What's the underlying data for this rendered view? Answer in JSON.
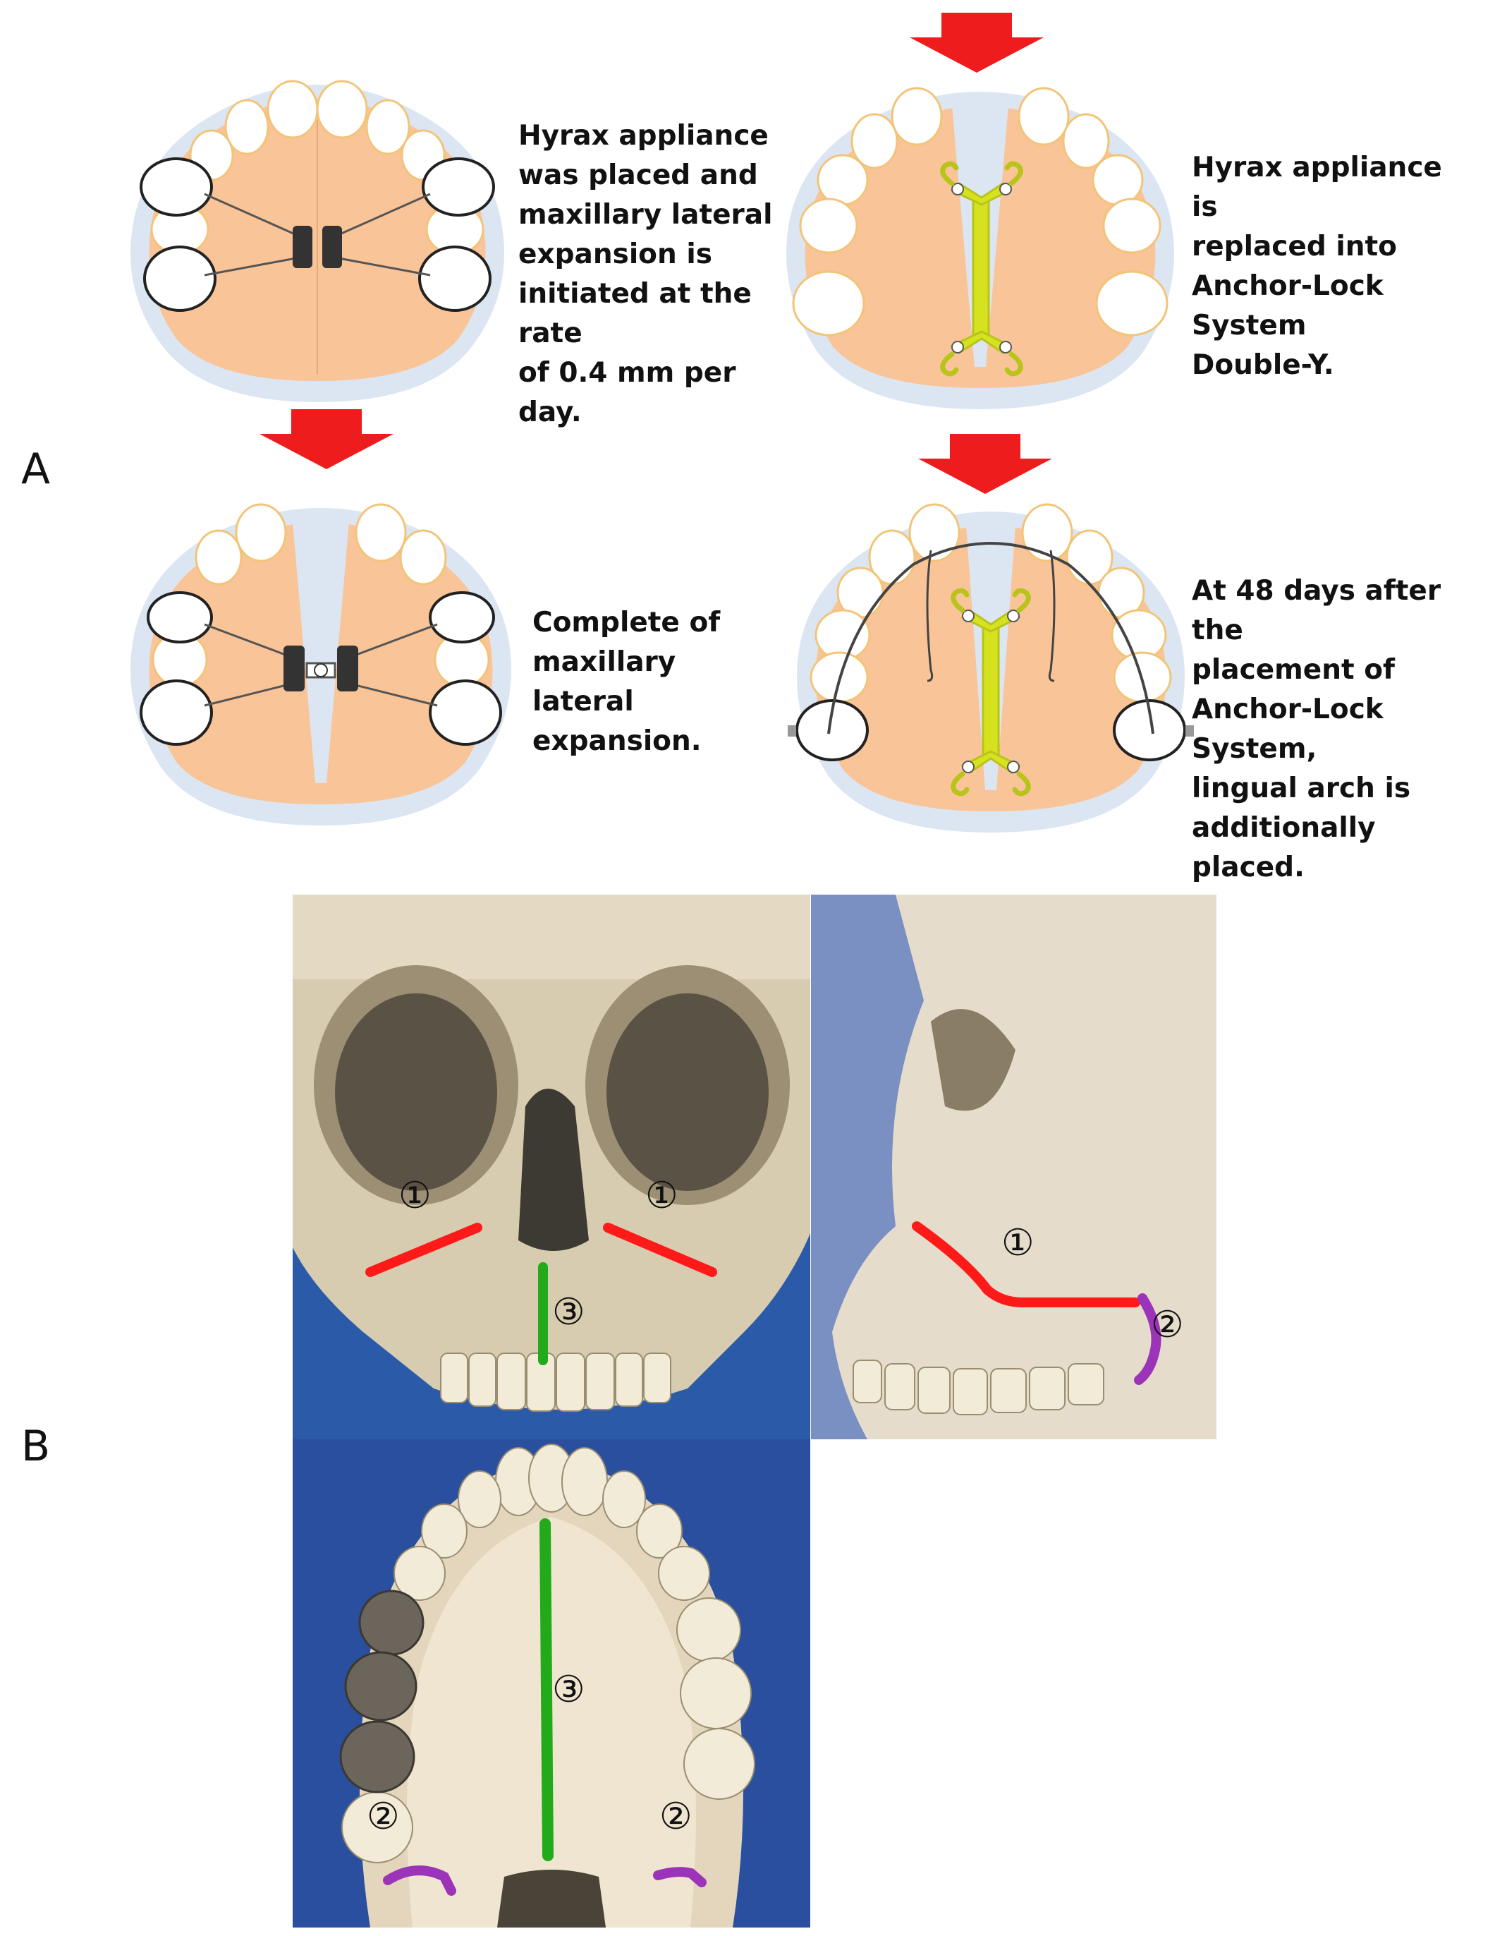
{
  "panel_a": {
    "label": "A",
    "steps": [
      {
        "caption": "Hyrax appliance\nwas placed and\nmaxillary lateral\nexpansion is\ninitiated at the rate\nof 0.4 mm per day."
      },
      {
        "caption": "Hyrax appliance is\nreplaced into\nAnchor-Lock System\nDouble-Y."
      },
      {
        "caption": "Complete of\nmaxillary lateral\nexpansion."
      },
      {
        "caption": "At 48 days after the\nplacement of\nAnchor-Lock System,\nlingual arch is\nadditionally placed."
      }
    ]
  },
  "panel_b": {
    "label": "B",
    "suture_markers": {
      "one": "①",
      "two": "②",
      "three": "③"
    }
  },
  "colors": {
    "palate": "#f9c497",
    "gum_outline": "#dbe6f2",
    "arrow": "#ee1c1c",
    "appliance": "#d7e21f",
    "suture_1": "#ff1a1a",
    "suture_2": "#9b34b8",
    "suture_3": "#22aa1a",
    "photo_bg": "#2a5aa8"
  }
}
